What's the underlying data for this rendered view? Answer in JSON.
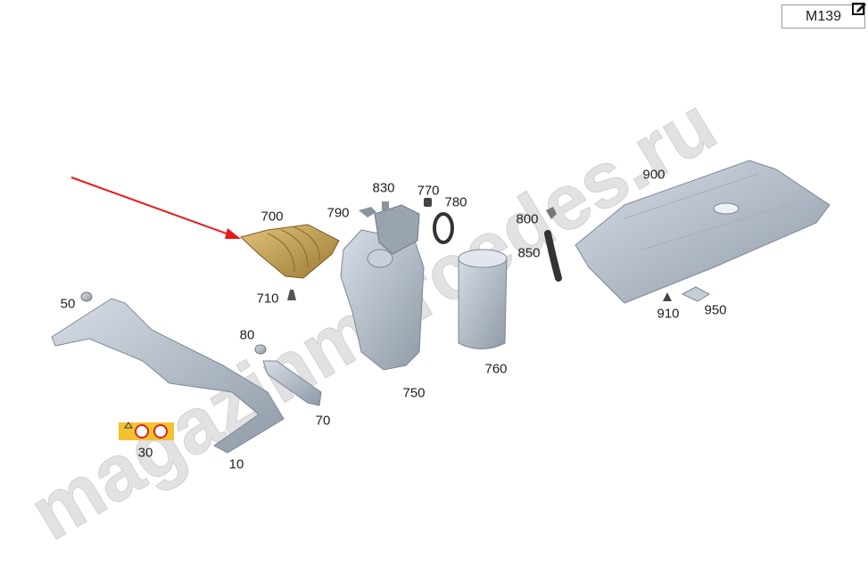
{
  "model": "M139",
  "watermark": "magazinmercedes.ru",
  "labels": {
    "p700": "700",
    "p790": "790",
    "p830": "830",
    "p770": "770",
    "p780": "780",
    "p800": "800",
    "p850": "850",
    "p900": "900",
    "p710": "710",
    "p910": "910",
    "p950": "950",
    "p50": "50",
    "p80": "80",
    "p750": "750",
    "p760": "760",
    "p70": "70",
    "p30": "30",
    "p10": "10"
  },
  "colors": {
    "arrow": "#e8191b",
    "part": "#b9c3cf",
    "highlight": "#c9a14e",
    "sticker": "#f2c230"
  }
}
